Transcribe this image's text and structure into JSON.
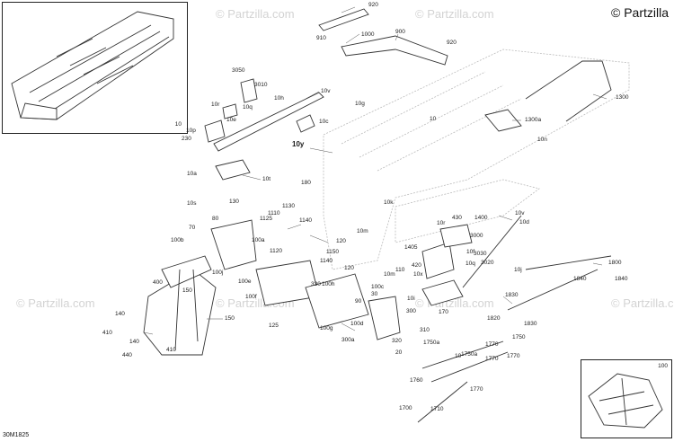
{
  "brand": "© Partzilla",
  "watermark": "© Partzilla.com",
  "diagram_code": "30M1825",
  "callouts": [
    "920",
    "910",
    "1000",
    "900",
    "920",
    "3050",
    "3010",
    "10v",
    "10h",
    "10r",
    "10e",
    "10q",
    "10c",
    "10p",
    "230",
    "10g",
    "10",
    "10y",
    "1300",
    "1300a",
    "10n",
    "10a",
    "10t",
    "180",
    "10s",
    "130",
    "80",
    "70",
    "1110",
    "1130",
    "1125",
    "1140",
    "100b",
    "100a",
    "120",
    "10m",
    "10k",
    "10r",
    "430",
    "1400",
    "10v",
    "10d",
    "3000",
    "3030",
    "3020",
    "1405",
    "10f",
    "10q",
    "420",
    "110",
    "10m",
    "10j",
    "1800",
    "1840",
    "1840",
    "1150",
    "1120",
    "1140",
    "100j",
    "400",
    "150",
    "120",
    "10x",
    "1830",
    "100e",
    "330",
    "100h",
    "100c",
    "30",
    "90",
    "100d",
    "1820",
    "1830",
    "100f",
    "150",
    "125",
    "100g",
    "300",
    "10i",
    "170",
    "140",
    "410",
    "140",
    "410",
    "440",
    "300a",
    "320",
    "310",
    "20",
    "1750a",
    "1770",
    "1750",
    "10",
    "1750a",
    "1770",
    "1770",
    "1760",
    "1770",
    "1700",
    "1710",
    "100"
  ],
  "main_insets": {
    "top_left": "10",
    "bottom_right": "100"
  }
}
